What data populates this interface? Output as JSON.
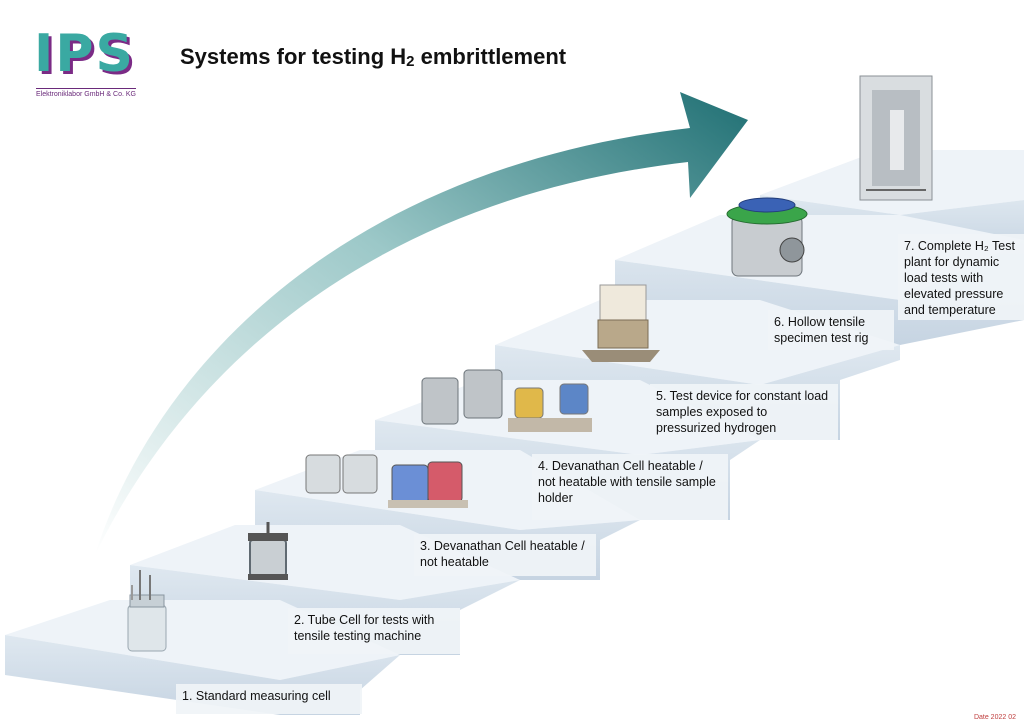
{
  "header": {
    "logo_text": "IPS",
    "company": "Elektroniklabor GmbH & Co. KG",
    "title_prefix": "Systems for testing H",
    "title_sub": "2",
    "title_suffix": " embrittlement"
  },
  "steps": [
    {
      "label": "1. Standard measuring cell"
    },
    {
      "label": "2. Tube Cell for tests with tensile testing machine"
    },
    {
      "label": "3. Devanathan Cell heatable / not heatable"
    },
    {
      "label": "4. Devanathan Cell heatable / not heatable with tensile sample holder"
    },
    {
      "label": "5. Test device for constant load samples exposed to pressurized hydrogen"
    },
    {
      "label": "6. Hollow tensile specimen test rig"
    },
    {
      "label": "7. Complete H₂ Test plant for dynamic load tests with elevated pressure and temperature"
    }
  ],
  "footer": {
    "date": "Date 2022 02"
  },
  "colors": {
    "arrow_dark": "#1f6f73",
    "arrow_light": "#e6f2f2",
    "stair_top": "#e8eef5",
    "stair_front": "#cfdbe6"
  }
}
